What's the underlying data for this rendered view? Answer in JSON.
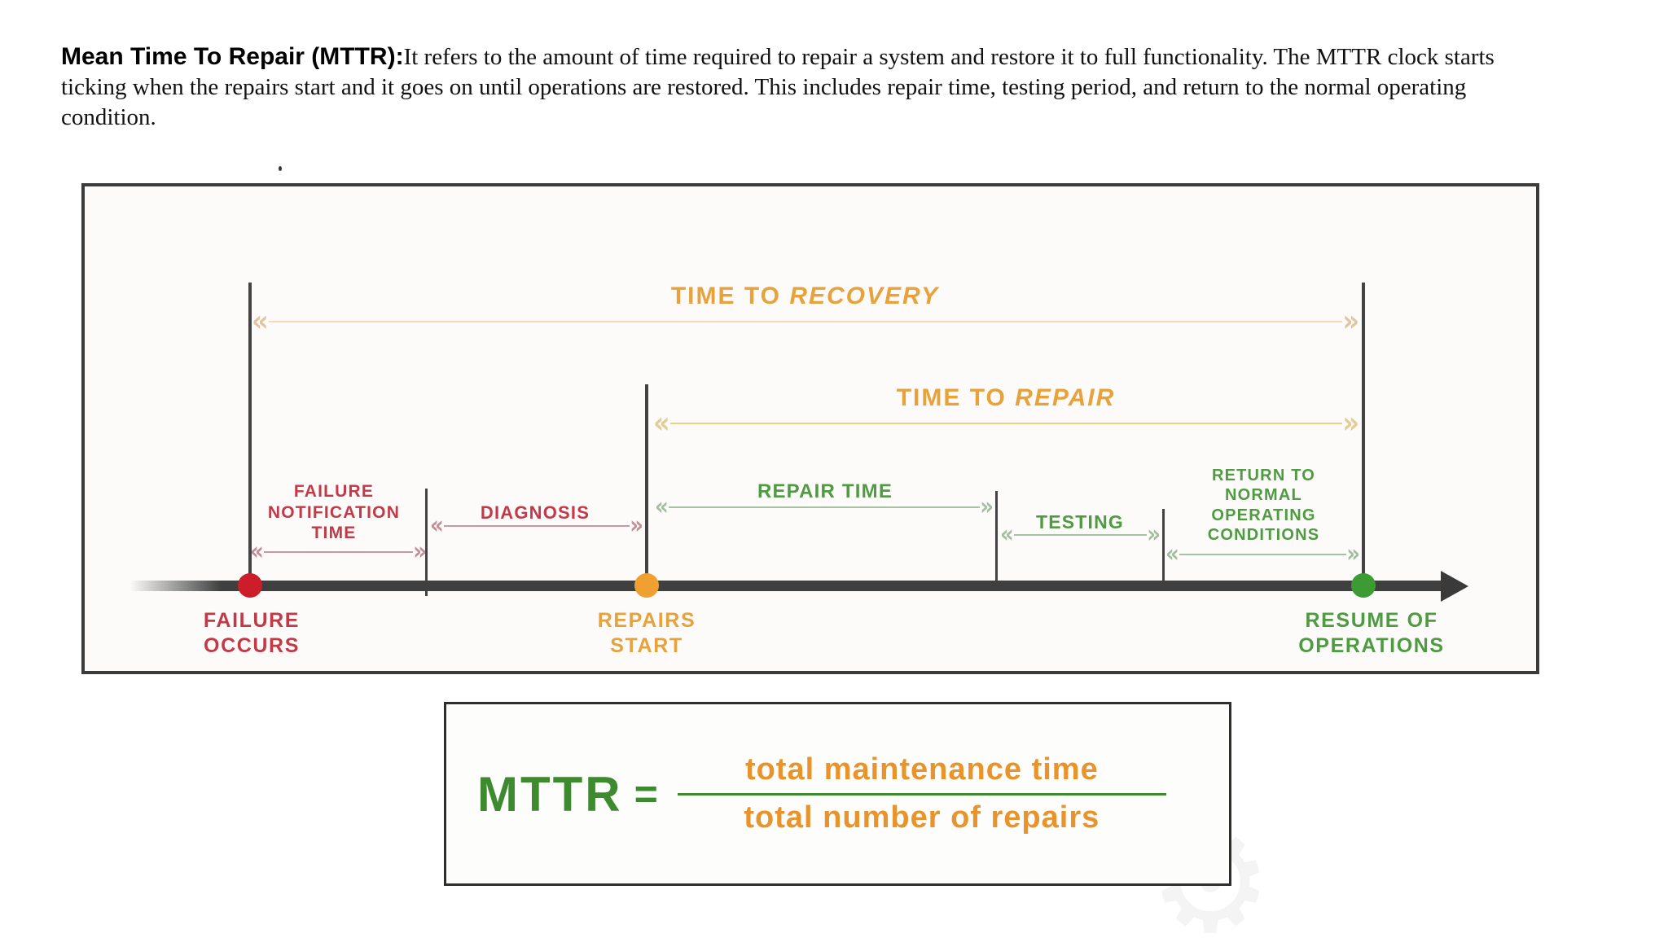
{
  "intro": {
    "lead": "Mean Time To Repair (MTTR):",
    "body": "It refers to the amount of time required to repair a system and restore it to full functionality. The MTTR clock starts ticking when the repairs start and it goes on until operations are restored. This includes repair time, testing period, and return to the normal operating condition."
  },
  "icons": {
    "chevron_left": "«",
    "chevron_right": "»",
    "gear": "⚙"
  },
  "colors": {
    "label_red": "#C23A47",
    "label_orange": "#E8A23C",
    "label_green": "#4E9B41",
    "dot_red": "#CB1E2A",
    "dot_orange": "#F0A030",
    "dot_green": "#3D9B33",
    "timeline_dark": "#3F3F3F",
    "formula_green": "#3E8B2F",
    "formula_orange": "#E8932C"
  },
  "diagram": {
    "spans": {
      "time_to_recovery": {
        "label_prefix": "TIME TO",
        "label_emphasis": "RECOVERY"
      },
      "time_to_repair": {
        "label_prefix": "TIME TO",
        "label_emphasis": "REPAIR"
      },
      "failure_notification_time": {
        "label": "FAILURE\nNOTIFICATION\nTIME"
      },
      "diagnosis": {
        "label": "DIAGNOSIS"
      },
      "repair_time": {
        "label": "REPAIR TIME"
      },
      "testing": {
        "label": "TESTING"
      },
      "return_to_normal": {
        "label": "RETURN TO\nNORMAL\nOPERATING\nCONDITIONS"
      }
    },
    "milestones": {
      "failure_occurs": {
        "label": "FAILURE\nOCCURS"
      },
      "repairs_start": {
        "label": "REPAIRS\nSTART"
      },
      "resume_of_operations": {
        "label": "RESUME OF\nOPERATIONS"
      }
    }
  },
  "formula": {
    "lhs": "MTTR",
    "equals": "=",
    "numerator": "total maintenance time",
    "denominator": "total number of repairs"
  }
}
